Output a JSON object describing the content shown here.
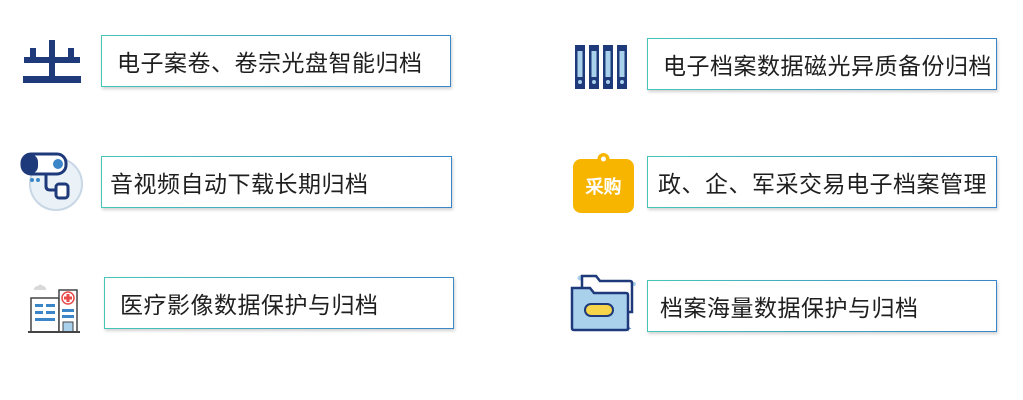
{
  "items": [
    {
      "label": "电子案卷、卷宗光盘智能归档",
      "icon": "scales-icon"
    },
    {
      "label": "电子档案数据磁光异质备份归档",
      "icon": "binders-icon"
    },
    {
      "label": "音视频自动下载长期归档",
      "icon": "security-camera-icon"
    },
    {
      "label": "政、企、军采交易电子档案管理",
      "icon": "procurement-tag-icon",
      "icon_text": "采购"
    },
    {
      "label": "医疗影像数据保护与归档",
      "icon": "hospital-icon"
    },
    {
      "label": "档案海量数据保护与归档",
      "icon": "folder-icon"
    }
  ],
  "colors": {
    "navy": "#1e3a7a",
    "blue": "#3a6fb4",
    "light_blue": "#a9d1ec",
    "yellow": "#f7b500",
    "red": "#e94a4a",
    "border_teal": "#47c6b8",
    "border_blue": "#3a86c8"
  }
}
